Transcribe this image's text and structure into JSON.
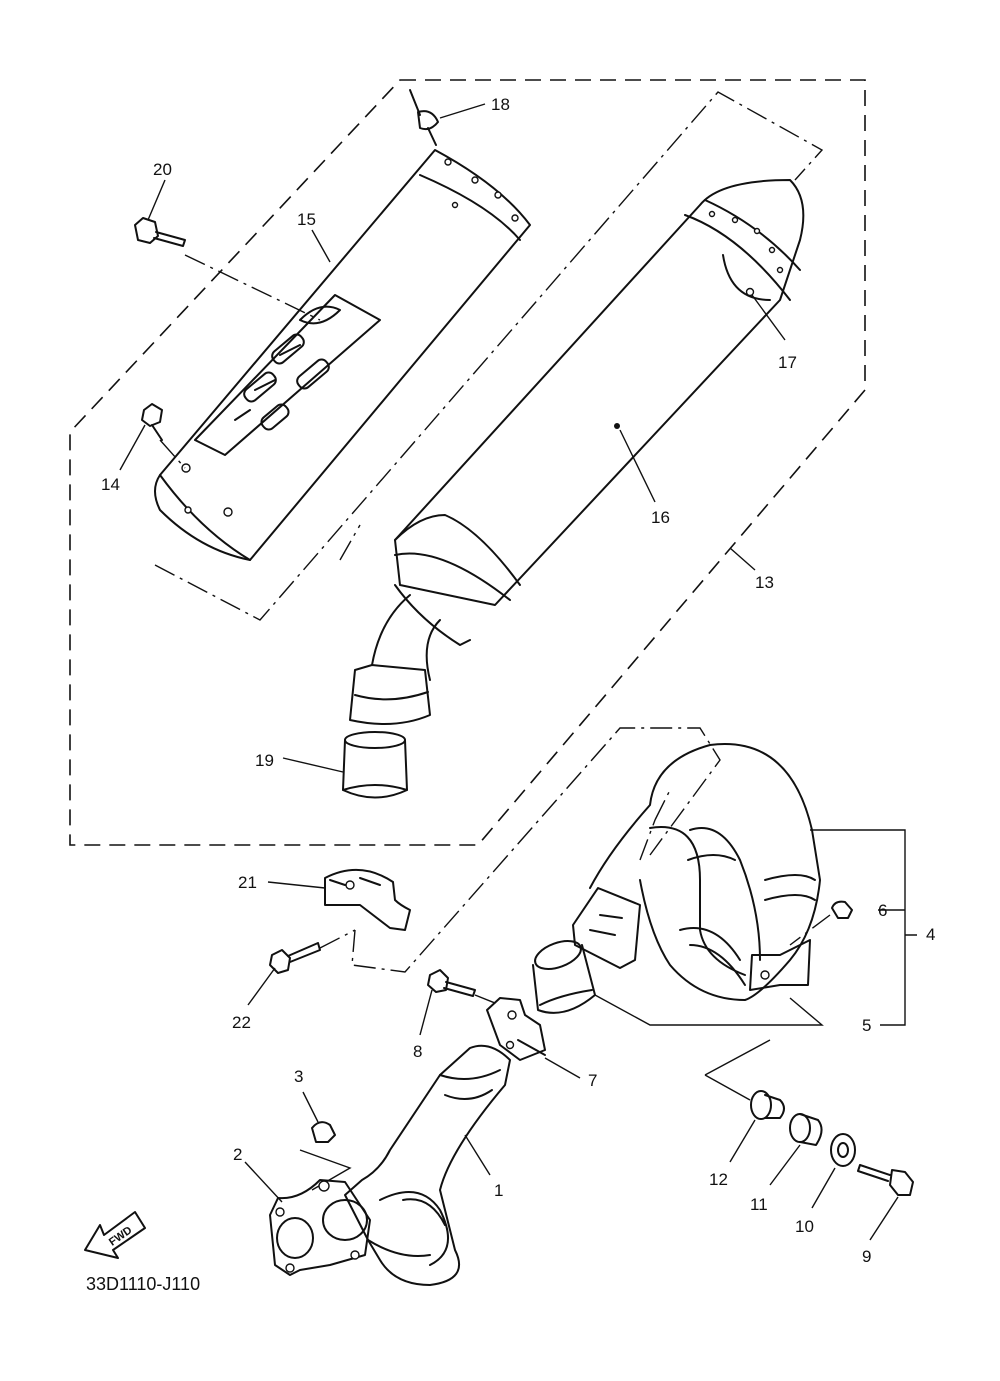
{
  "diagram_code": "33D1110-J110",
  "fwd_label": "FWD",
  "callouts": [
    "1",
    "2",
    "3",
    "4",
    "5",
    "6",
    "7",
    "8",
    "9",
    "10",
    "11",
    "12",
    "13",
    "14",
    "15",
    "16",
    "17",
    "18",
    "19",
    "20",
    "21",
    "22"
  ]
}
